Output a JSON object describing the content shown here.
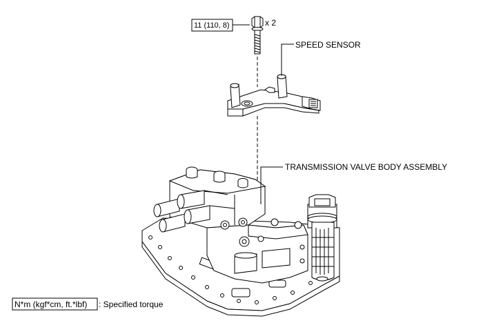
{
  "torque_box": {
    "value": "11 (110, 8)",
    "quantity": "x 2"
  },
  "labels": {
    "speed_sensor": "SPEED SENSOR",
    "valve_body": "TRANSMISSION VALVE BODY ASSEMBLY"
  },
  "legend": {
    "units": "N*m (kgf*cm, ft.*lbf)",
    "description": ": Specified torque"
  },
  "colors": {
    "line": "#000000",
    "fill": "#ffffff"
  }
}
